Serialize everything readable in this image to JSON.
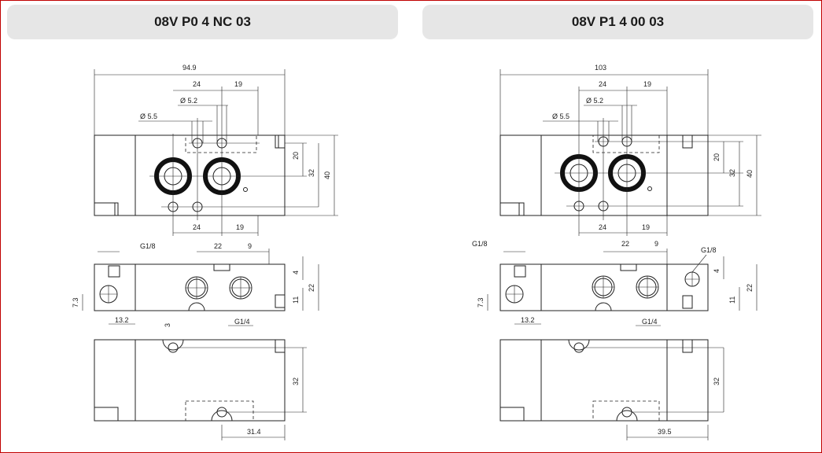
{
  "left": {
    "title": "08V P0 4 NC 03",
    "top_view": {
      "overall_width": "94.9",
      "dim_24_top": "24",
      "dim_19_top": "19",
      "dia_52": "Ø 5.2",
      "dia_55": "Ø 5.5",
      "dim_20": "20",
      "dim_32": "32",
      "dim_40": "40",
      "dim_24_bottom": "24",
      "dim_19_bottom": "19"
    },
    "side_view": {
      "g18": "G1/8",
      "dim_22": "22",
      "dim_9": "9",
      "dim_4": "4",
      "dim_22_v": "22",
      "dim_11": "11",
      "dim_73": "7.3",
      "dim_132": "13.2",
      "dim_3": "3",
      "g14": "G1/4"
    },
    "bottom_view": {
      "dim_32": "32",
      "dim_bottom": "31.4"
    }
  },
  "right": {
    "title": "08V P1 4 00 03",
    "top_view": {
      "overall_width": "103",
      "dim_24_top": "24",
      "dim_19_top": "19",
      "dia_52": "Ø 5.2",
      "dia_55": "Ø 5.5",
      "dim_20": "20",
      "dim_32": "32",
      "dim_40": "40",
      "dim_24_bottom": "24",
      "dim_19_bottom": "19"
    },
    "side_view": {
      "g18_left": "G1/8",
      "g18_right": "G1/8",
      "dim_22": "22",
      "dim_9": "9",
      "dim_4": "4",
      "dim_22_v": "22",
      "dim_11": "11",
      "dim_73": "7.3",
      "dim_132": "13.2",
      "g14": "G1/4"
    },
    "bottom_view": {
      "dim_32": "32",
      "dim_bottom": "39.5"
    }
  }
}
